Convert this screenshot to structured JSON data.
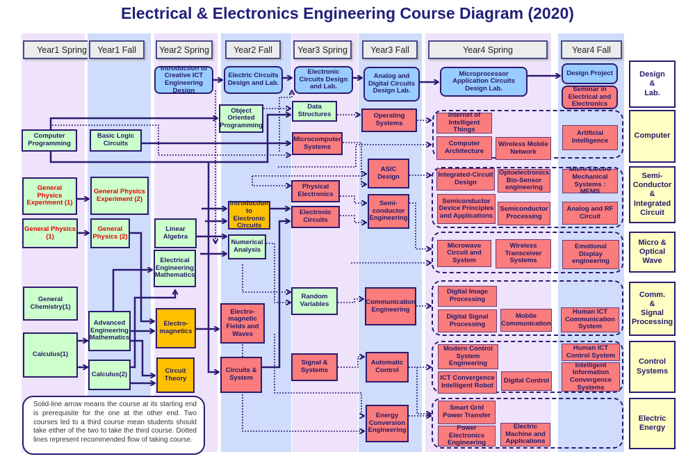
{
  "title": "Electrical & Electronics Engineering Course Diagram (2020)",
  "semesters": [
    "Year1 Spring",
    "Year1 Fall",
    "Year2 Spring",
    "Year2 Fall",
    "Year3 Spring",
    "Year3 Fall",
    "Year4 Spring",
    "Year4 Fall"
  ],
  "categories": [
    {
      "id": "design",
      "label": "Design\n&\nLab."
    },
    {
      "id": "computer",
      "label": "Computer"
    },
    {
      "id": "semi",
      "label": "Semi-\nConductor\n&\nIntegrated\nCircuit"
    },
    {
      "id": "micro",
      "label": "Micro &\nOptical\nWave"
    },
    {
      "id": "comm",
      "label": "Comm.\n&\nSignal\nProcessing"
    },
    {
      "id": "control",
      "label": "Control\nSystems"
    },
    {
      "id": "energy",
      "label": "Electric\nEnergy"
    }
  ],
  "colors": {
    "green": "#ccffcc",
    "red": "#fa7c7c",
    "orange": "#ffc000",
    "blue": "#99ccff",
    "category": "#ffffc4",
    "border": "#2b1a70"
  },
  "courses": [
    {
      "id": "ictdesign",
      "label": "Introduction to Creative ICT Engineering Design",
      "type": "blue"
    },
    {
      "id": "ecdl",
      "label": "Electric Circuits Design and Lab.",
      "type": "blue"
    },
    {
      "id": "elcdl",
      "label": "Electronic Circuits Design and Lab.",
      "type": "blue"
    },
    {
      "id": "adcdl",
      "label": "Analog and Digital Circuits Design Lab.",
      "type": "blue"
    },
    {
      "id": "mpacdl",
      "label": "Microprocessor Application Circuits Design Lab.",
      "type": "blue"
    },
    {
      "id": "designproj",
      "label": "Design Project",
      "type": "blue"
    },
    {
      "id": "seminar",
      "label": "Seminar in Electrical and Electronics",
      "type": "redr"
    },
    {
      "id": "oop",
      "label": "Object Oriented Programming",
      "type": "green"
    },
    {
      "id": "datastruct",
      "label": "Data Structures",
      "type": "green"
    },
    {
      "id": "os",
      "label": "Operating Systems",
      "type": "red"
    },
    {
      "id": "compprog",
      "label": "Computer Programming",
      "type": "green"
    },
    {
      "id": "basiclogic",
      "label": "Basic Logic Circuits",
      "type": "green"
    },
    {
      "id": "microcomp",
      "label": "Microcomputer Systems",
      "type": "red"
    },
    {
      "id": "asic",
      "label": "ASIC Design",
      "type": "red"
    },
    {
      "id": "semieng",
      "label": "Semi-conductor Engineering",
      "type": "red"
    },
    {
      "id": "physelec",
      "label": "Physical Electronics",
      "type": "red"
    },
    {
      "id": "elecircuits",
      "label": "Electronic Circuits",
      "type": "red"
    },
    {
      "id": "gpe1",
      "label": "General Physics Experiment (1)",
      "type": "green",
      "red_text": true
    },
    {
      "id": "gpe2",
      "label": "General Physics Experiment (2)",
      "type": "green",
      "red_text": true
    },
    {
      "id": "gp1",
      "label": "General Physics (1)",
      "type": "green",
      "red_text": true
    },
    {
      "id": "gp2",
      "label": "General Physics (2)",
      "type": "green",
      "red_text": true
    },
    {
      "id": "linalg",
      "label": "Linear Algebra",
      "type": "green"
    },
    {
      "id": "introec",
      "label": "Introduction to Electronic Circuits",
      "type": "orange"
    },
    {
      "id": "numanal",
      "label": "Numerical Analysis",
      "type": "green"
    },
    {
      "id": "eemath",
      "label": "Electrical Engineering Mathematics",
      "type": "green"
    },
    {
      "id": "chem1",
      "label": "General Chemistry(1)",
      "type": "green"
    },
    {
      "id": "advmath",
      "label": "Advanced Engineering Mathematics",
      "type": "green"
    },
    {
      "id": "calc1",
      "label": "Calculus(1)",
      "type": "green"
    },
    {
      "id": "calc2",
      "label": "Calculus(2)",
      "type": "green"
    },
    {
      "id": "em",
      "label": "Electro-magnetics",
      "type": "orange"
    },
    {
      "id": "circtheory",
      "label": "Circuit Theory",
      "type": "orange"
    },
    {
      "id": "emfw",
      "label": "Electro-magnetic Fields and Waves",
      "type": "red"
    },
    {
      "id": "circsys",
      "label": "Circuits & System",
      "type": "red"
    },
    {
      "id": "randvar",
      "label": "Random Variables",
      "type": "green"
    },
    {
      "id": "sigsys",
      "label": "Signal & Systems",
      "type": "red"
    },
    {
      "id": "commeng",
      "label": "Communication Engineering",
      "type": "red"
    },
    {
      "id": "autoctrl",
      "label": "Automatic Control",
      "type": "red"
    },
    {
      "id": "energyconv",
      "label": "Energy Conversion Engineering",
      "type": "red"
    },
    {
      "id": "iot",
      "label": "Internet of Intelligent Things",
      "type": "red",
      "thin": true
    },
    {
      "id": "comparch",
      "label": "Computer Architecture",
      "type": "red",
      "thin": true
    },
    {
      "id": "wmn",
      "label": "Wireless Mobile Network",
      "type": "red",
      "thin": true
    },
    {
      "id": "ai",
      "label": "Artificial Intelligence",
      "type": "red",
      "thin": true
    },
    {
      "id": "icdesign",
      "label": "Integrated-Circuit Design",
      "type": "red",
      "thin": true
    },
    {
      "id": "opto",
      "label": "Optoelectronics Bio-Sensor engineering",
      "type": "red",
      "thin": true
    },
    {
      "id": "semidev",
      "label": "Semiconductor Device Principles and Applications",
      "type": "red",
      "thin": true
    },
    {
      "id": "semiproc",
      "label": "Semiconductor Processing",
      "type": "red",
      "thin": true
    },
    {
      "id": "mems",
      "label": "Micro Electro Mechanical Systems : MEMS",
      "type": "red",
      "thin": true
    },
    {
      "id": "analogrf",
      "label": "Analog and RF Circuit",
      "type": "red",
      "thin": true
    },
    {
      "id": "microwave",
      "label": "Microwave Circuit and System",
      "type": "red",
      "thin": true
    },
    {
      "id": "wts",
      "label": "Wireless Transceiver Systems",
      "type": "red",
      "thin": true
    },
    {
      "id": "emodisp",
      "label": "Emotional Display engineering",
      "type": "red",
      "thin": true
    },
    {
      "id": "dip",
      "label": "Digital Image Processing",
      "type": "red",
      "thin": true
    },
    {
      "id": "dsp",
      "label": "Digital Signal Processing",
      "type": "red",
      "thin": true
    },
    {
      "id": "mobcomm",
      "label": "Mobile Communication",
      "type": "red",
      "thin": true
    },
    {
      "id": "hicomm",
      "label": "Human ICT Communication System",
      "type": "red",
      "thin": true
    },
    {
      "id": "modctrl",
      "label": "Modern Control System Engineering",
      "type": "red",
      "thin": true
    },
    {
      "id": "ictrobot",
      "label": "ICT Convergence Intelligent Robot",
      "type": "red",
      "thin": true
    },
    {
      "id": "digctrl",
      "label": "Digital Control",
      "type": "red",
      "thin": true
    },
    {
      "id": "hictrl",
      "label": "Human ICT Control System",
      "type": "red",
      "thin": true
    },
    {
      "id": "iics",
      "label": "Intelligent Information Convergence Systems",
      "type": "red",
      "thin": true
    },
    {
      "id": "smartgrid",
      "label": "Smart Grid Power Transfer",
      "type": "red",
      "thin": true
    },
    {
      "id": "powerelec",
      "label": "Power Electronics Engineering",
      "type": "red",
      "thin": true
    },
    {
      "id": "elecmach",
      "label": "Electric Machine and Applications",
      "type": "red",
      "thin": true
    }
  ],
  "note": "Solid-line arrow means the course at its starting end is prerequisite for the one at the other end. Two courses led to a third course mean students should take either of the two to take the third course. Dotted lines represent recommended flow of taking course."
}
